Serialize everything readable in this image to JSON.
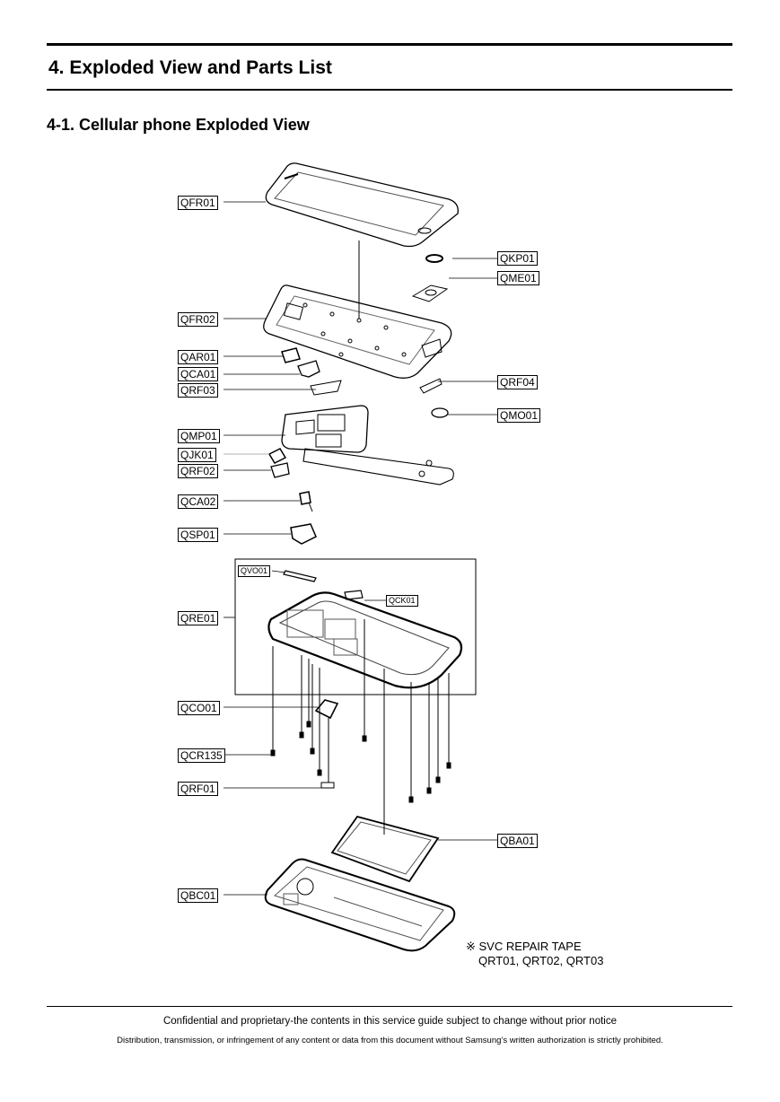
{
  "section_title": "4. Exploded View and Parts List",
  "subsection_title": "4-1. Cellular phone Exploded View",
  "part_labels": {
    "QFR01": "QFR01",
    "QKP01": "QKP01",
    "QME01": "QME01",
    "QFR02a": "QFR02",
    "QAR01": "QAR01",
    "QCA01": "QCA01",
    "QRF03": "QRF03",
    "QRF04": "QRF04",
    "QMO01": "QMO01",
    "QMP01": "QMP01",
    "QJK01": "QJK01",
    "QRF02b": "QRF02",
    "QCA02": "QCA02",
    "QSP01": "QSP01",
    "QVO01": "QVO01",
    "QCK01": "QCK01",
    "QRE01": "QRE01",
    "QCO01": "QCO01",
    "QCR135": "QCR135",
    "QRF01": "QRF01",
    "QBA01": "QBA01",
    "QBC01": "QBC01"
  },
  "repair_note": {
    "line1": "※ SVC REPAIR TAPE",
    "line2": "QRT01, QRT02, QRT03"
  },
  "footer": {
    "confidential": "Confidential and proprietary-the contents in this service guide subject to change without prior notice",
    "distribution": "Distribution, transmission, or infringement of any content or data from this document without Samsung’s written authorization is strictly prohibited."
  }
}
